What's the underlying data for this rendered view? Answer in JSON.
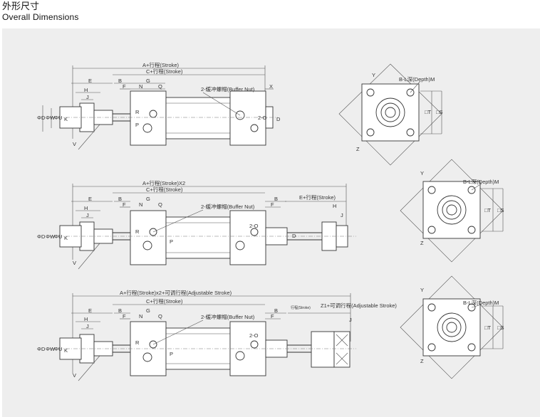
{
  "header": {
    "title_cn": "外形尺寸",
    "title_en": "Overall Dimensions"
  },
  "labels": {
    "a_stroke": "A+行程(Stroke)",
    "a_stroke_x2": "A+行程(Stroke)X2",
    "a_stroke_x2_adj": "A+行程(Stroke)x2+可调行程(Adjustable Stroke)",
    "c_stroke": "C+行程(Stroke)",
    "e_stroke": "E+行程(Stroke)",
    "z1_adj": "Z1+可调行程(Adjustable Stroke)",
    "stroke_small": "行程(Stroke)",
    "buffer_nut": "2-缓冲螺帽(Buffer Nut)",
    "depth": "B-L深(Depth)M",
    "two_o": "2-O",
    "E": "E",
    "H": "H",
    "J": "J",
    "B": "B",
    "F": "F",
    "G": "G",
    "N": "N",
    "Q": "Q",
    "X": "X",
    "R": "R",
    "P": "P",
    "D": "D",
    "phiD": "ΦD",
    "phiW": "ΦW",
    "phiU": "ΦU",
    "K": "K",
    "V": "V",
    "Y": "Y",
    "Z": "Z",
    "T": "□T",
    "S": "□S"
  }
}
